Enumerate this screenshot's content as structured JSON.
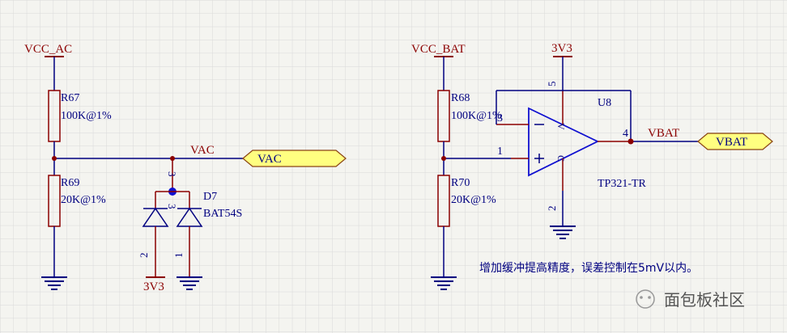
{
  "labels": {
    "vcc_ac": "VCC_AC",
    "vcc_bat": "VCC_BAT",
    "r67_ref": "R67",
    "r67_val": "100K@1%",
    "r69_ref": "R69",
    "r69_val": "20K@1%",
    "r68_ref": "R68",
    "r68_val": "100K@1%",
    "r70_ref": "R70",
    "r70_val": "20K@1%",
    "vac_net": "VAC",
    "vac_port": "VAC",
    "d7_ref": "D7",
    "d7_val": "BAT54S",
    "d7_pin3": "3",
    "d7_pin3b": "3",
    "d7_pin2": "2",
    "d7_pin1": "1",
    "pwr_3v3_left": "3V3",
    "pwr_3v3_top": "3V3",
    "u8_ref": "U8",
    "u8_val": "TP321-TR",
    "u8_pin5": "5",
    "u8_pin3": "3",
    "u8_pin1": "1",
    "u8_pin4": "4",
    "u8_pin2": "2",
    "vbat_net": "VBAT",
    "vbat_port": "VBAT",
    "note": "增加缓冲提高精度，误差控制在5mV以内。",
    "watermark": "面包板社区"
  },
  "colors": {
    "wire": "#000080",
    "net_label": "#8b0000",
    "component": "#8b0000",
    "port_fill": "#ffff80",
    "port_stroke": "#8b4513",
    "text": "#000080",
    "junction": "#8b0000",
    "grid": "#d9d9d9"
  }
}
